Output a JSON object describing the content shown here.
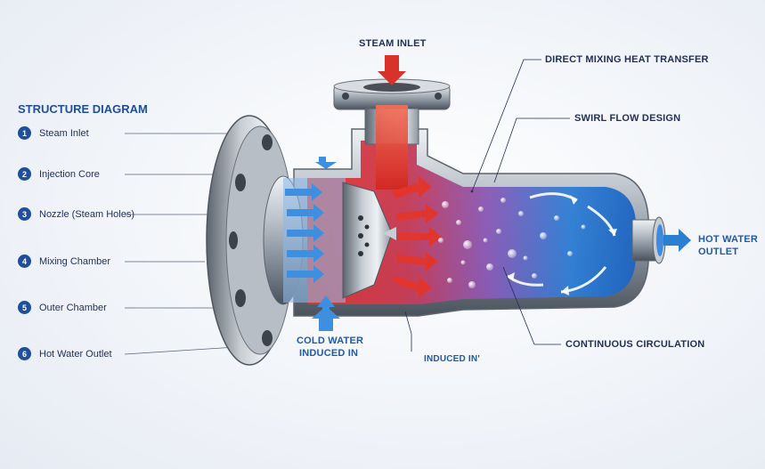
{
  "diagram": {
    "title": "STRUCTURE DIAGRAM",
    "legend": [
      {
        "num": "1",
        "label": "Steam Inlet"
      },
      {
        "num": "2",
        "label": "Injection Core"
      },
      {
        "num": "3",
        "label": "Nozzle (Steam Holes)"
      },
      {
        "num": "4",
        "label": "Mixing Chamber"
      },
      {
        "num": "5",
        "label": "Outer Chamber"
      },
      {
        "num": "6",
        "label": "Hot Water Outlet"
      }
    ],
    "callouts": {
      "steam_inlet": "STEAM INLET",
      "direct_mixing": "DIRECT MIXING HEAT TRANSFER",
      "swirl_flow": "SWIRL FLOW DESIGN",
      "hot_water_outlet_line1": "HOT WATER",
      "hot_water_outlet_line2": "OUTLET",
      "cold_water_line1": "COLD WATER",
      "cold_water_line2": "INDUCED IN",
      "induced_in": "INDUCED IN'",
      "continuous_circulation": "CONTINUOUS CIRCULATION"
    },
    "colors": {
      "steam_red": "#d8322a",
      "water_blue": "#2b7fd0",
      "title_blue": "#1f4f9a",
      "steel": "#9aa3ad"
    }
  }
}
